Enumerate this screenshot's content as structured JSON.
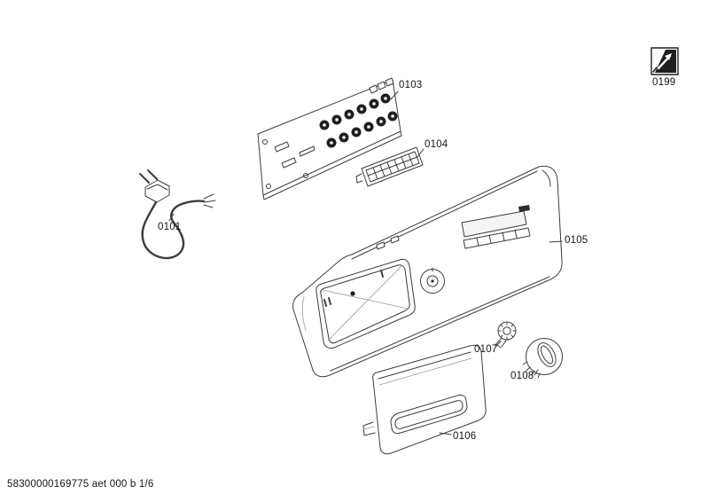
{
  "footer": "58300000169775 aet 000 b 1/6",
  "labels": {
    "cord": "0101",
    "pcb": "0103",
    "display_module": "0104",
    "control_panel": "0105",
    "drawer": "0106",
    "insert": "0107",
    "knob": "0108",
    "symbol": "0199"
  }
}
